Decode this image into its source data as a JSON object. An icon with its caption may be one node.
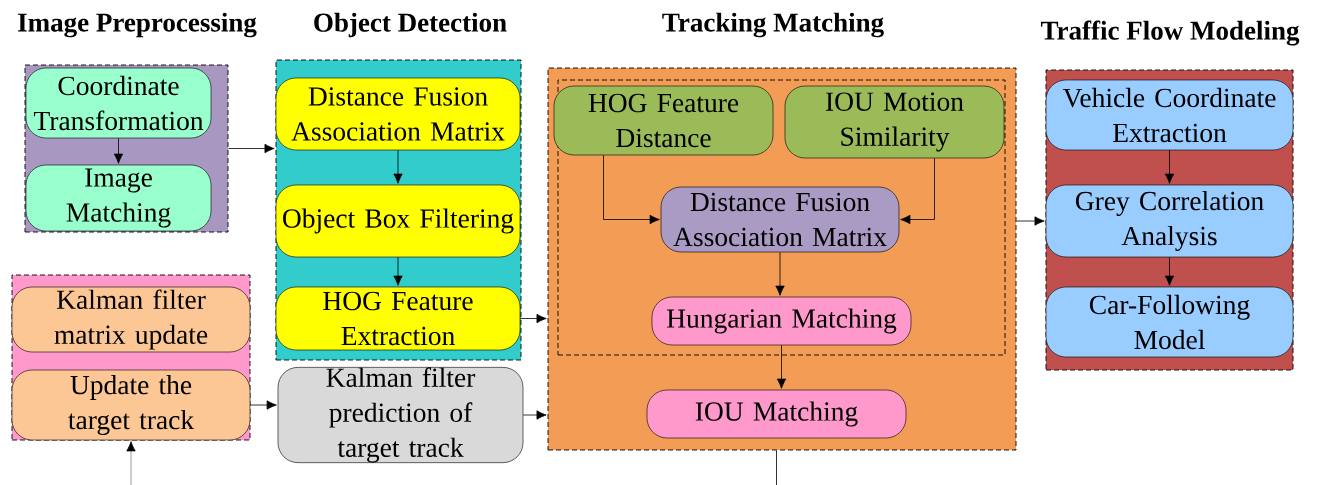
{
  "diagram": {
    "nodes": [
      {
        "text": [
          "Image Preprocessing"
        ]
      },
      {
        "text": [
          "Coordinate Transformation"
        ],
        "in": 0
      },
      {
        "text": [
          "Image Matching"
        ],
        "in": 0
      },
      {
        "text": [
          "Object Detection"
        ]
      },
      {
        "text": [
          "Distance Fusion Association Matrix"
        ],
        "in": 3
      },
      {
        "text": [
          "Object Box Filtering"
        ],
        "in": 3
      },
      {
        "text": [
          "HOG Feature Extraction"
        ],
        "in": 3
      },
      {
        "text": [
          "Tracking Matching"
        ]
      },
      {
        "text": [],
        "shape": "box",
        "in": 7
      },
      {
        "text": [
          "HOG Feature Distance"
        ],
        "in": 8
      },
      {
        "text": [
          "IOU Motion Similarity"
        ],
        "in": 8
      },
      {
        "text": [
          "Distance Fusion Association Matrix"
        ],
        "in": 8
      },
      {
        "text": [
          "Hungarian Matching"
        ],
        "in": 8
      },
      {
        "text": [
          "IOU Matching"
        ],
        "in": 7
      },
      {
        "text": [
          "Traffic Flow Modeling"
        ]
      },
      {
        "text": [
          "Vehicle Coordinate Extraction"
        ],
        "in": 14
      },
      {
        "text": [
          "Grey Correlation Analysis"
        ],
        "in": 14
      },
      {
        "text": [
          "Car-Following Model"
        ],
        "in": 14
      },
      {
        "text": [],
        "shape": "box"
      },
      {
        "text": [
          "Kalman filter matrix update"
        ],
        "in": 18
      },
      {
        "text": [
          "Update the target track"
        ],
        "in": 18
      },
      {
        "text": [
          "Kalman filter prediction of target track"
        ]
      }
    ],
    "edges": [
      {
        "from": 1,
        "to": 2,
        "arrow": "to"
      },
      {
        "from": 0,
        "to": 3,
        "arrow": "to"
      },
      {
        "from": 4,
        "to": 5,
        "arrow": "to"
      },
      {
        "from": 5,
        "to": 6,
        "arrow": "to"
      },
      {
        "from": 6,
        "to": 7,
        "arrow": "to"
      },
      {
        "from": 9,
        "to": 11,
        "arrow": "to"
      },
      {
        "from": 10,
        "to": 11,
        "arrow": "to"
      },
      {
        "from": 11,
        "to": 12,
        "arrow": "to"
      },
      {
        "from": 12,
        "to": 13,
        "arrow": "to"
      },
      {
        "from": 7,
        "to": 14,
        "arrow": "to"
      },
      {
        "from": 15,
        "to": 16,
        "arrow": "to"
      },
      {
        "from": 16,
        "to": 17,
        "arrow": "to"
      },
      {
        "from": 20,
        "to": 21,
        "arrow": "to"
      },
      {
        "from": 21,
        "to": 7,
        "arrow": "to"
      },
      {
        "from": null,
        "to": 20,
        "arrow": "to"
      },
      {
        "from": 7,
        "to": null,
        "arrow": "none"
      }
    ]
  }
}
